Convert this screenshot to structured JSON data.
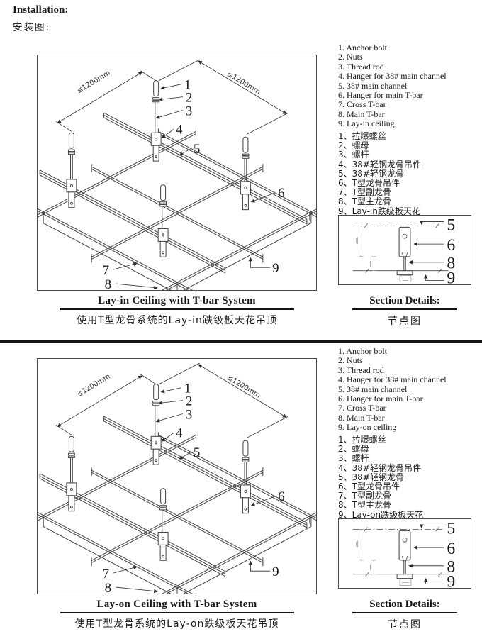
{
  "colors": {
    "ink": "#1a1a1a",
    "line": "#404040",
    "rule": "#151515"
  },
  "header": {
    "title_en": "Installation:",
    "title_zh": "安装图:"
  },
  "drawing": {
    "dim_label": "≤1200mm",
    "callouts": [
      "1",
      "2",
      "3",
      "4",
      "5",
      "6",
      "7",
      "8",
      "9"
    ]
  },
  "section": {
    "callouts": [
      "5",
      "6",
      "8",
      "9"
    ]
  },
  "panels": [
    {
      "title_en": "Lay-in Ceiling with T-bar System",
      "title_zh": "使用T型龙骨系统的Lay-in跌级板天花吊顶",
      "section_title_en": "Section Details:",
      "section_title_zh": "节点图",
      "legend_en": [
        "1. Anchor bolt",
        "2. Nuts",
        "3. Thread rod",
        "4. Hanger for 38#  main  channel",
        "5. 38#  main  channel",
        "6. Hanger  for  main  T-bar",
        "7. Cross  T-bar",
        "8. Main T-bar",
        "9. Lay-in  ceiling"
      ],
      "legend_zh": [
        "1、拉爆螺丝",
        "2、螺母",
        "3、螺杆",
        "4、38#轻钢龙骨吊件",
        "5、38#轻钢龙骨",
        "6、T型龙骨吊件",
        "7、T型副龙骨",
        "8、T型主龙骨",
        "9、Lay-in跌级板天花"
      ]
    },
    {
      "title_en": "Lay-on Ceiling with T-bar System",
      "title_zh": "使用T型龙骨系统的Lay-on跌级板天花吊顶",
      "section_title_en": "Section Details:",
      "section_title_zh": "节点图",
      "legend_en": [
        "1. Anchor bolt",
        "2. Nuts",
        "3. Thread rod",
        "4. Hanger for 38#  main  channel",
        "5. 38#  main  channel",
        "6. Hanger  for  main  T-bar",
        "7. Cross  T-bar",
        "8. Main T-bar",
        "9. Lay-on  ceiling"
      ],
      "legend_zh": [
        "1、拉爆螺丝",
        "2、螺母",
        "3、螺杆",
        "4、38#轻钢龙骨吊件",
        "5、38#轻钢龙骨",
        "6、T型龙骨吊件",
        "7、T型副龙骨",
        "8、T型主龙骨",
        "9、Lay-on跌级板天花"
      ]
    }
  ]
}
